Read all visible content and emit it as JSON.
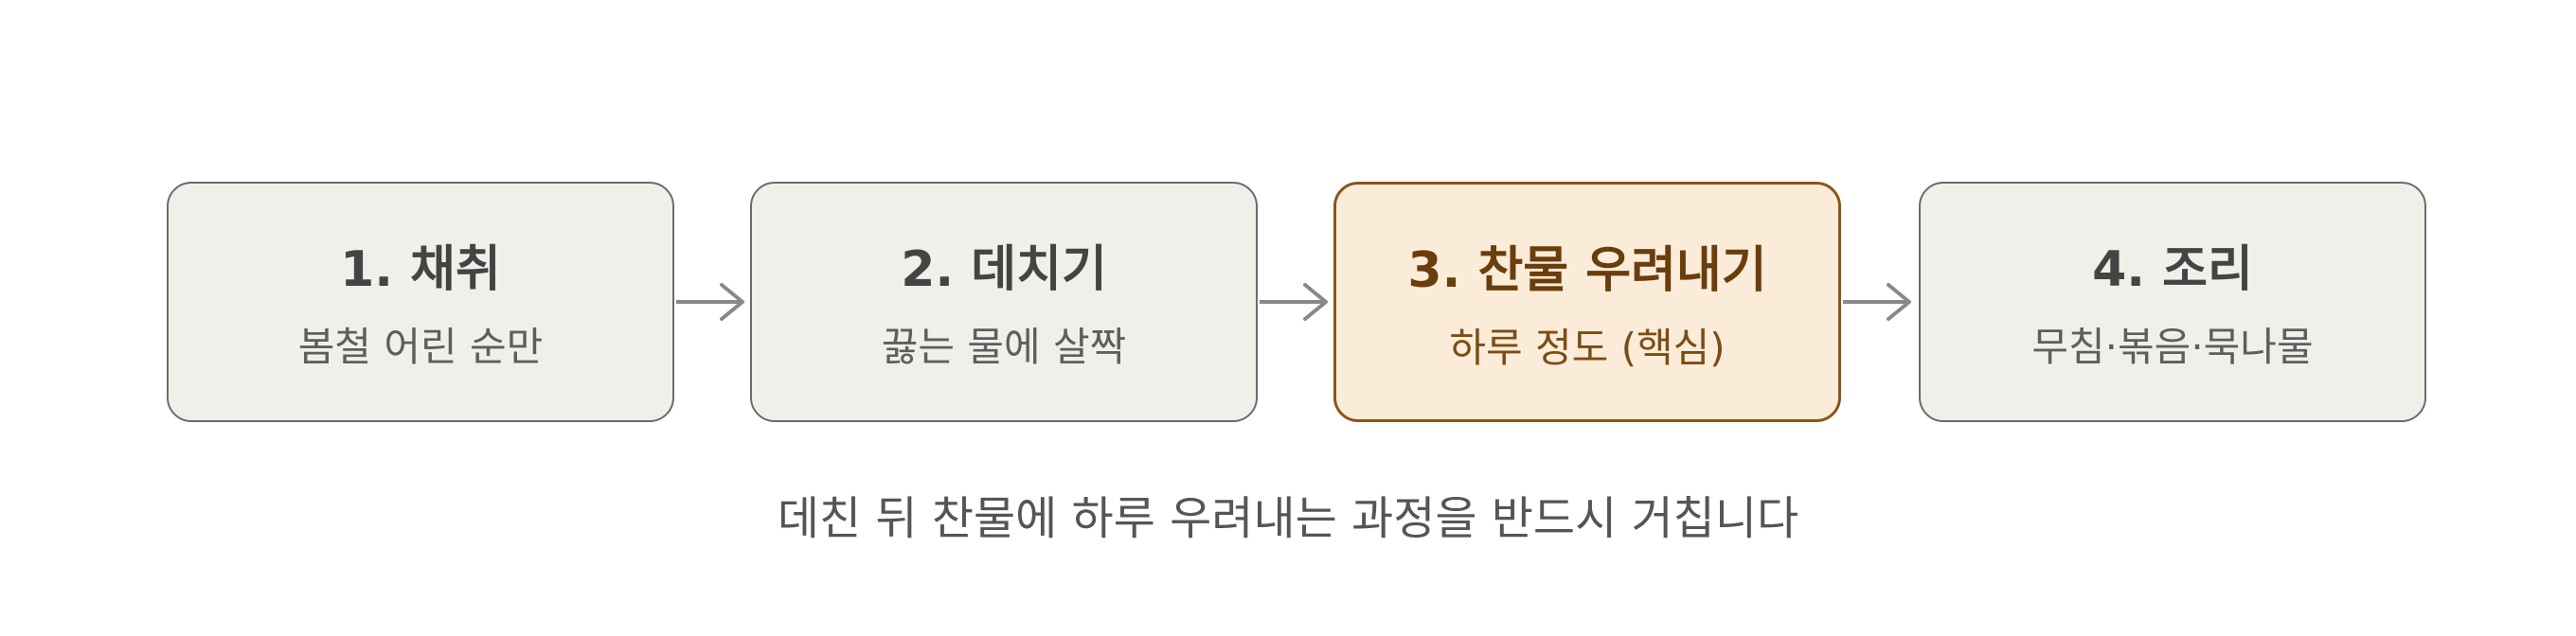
{
  "steps": [
    {
      "title": "1. 채취",
      "subtitle": "봄철 어린 순만",
      "highlight": false
    },
    {
      "title": "2. 데치기",
      "subtitle": "끓는 물에 살짝",
      "highlight": false
    },
    {
      "title": "3. 찬물 우려내기",
      "subtitle": "하루 정도 (핵심)",
      "highlight": true
    },
    {
      "title": "4. 조리",
      "subtitle": "무침·볶음·묵나물",
      "highlight": false
    }
  ],
  "caption": "데친 뒤 찬물에 하루 우려내는 과정을 반드시 거칩니다",
  "colors": {
    "box_fill": "#f1efea",
    "box_border": "#6b6b6b",
    "highlight_fill": "#faecd9",
    "highlight_border": "#8a5518",
    "highlight_text": "#6a3d0c",
    "arrow": "#888888"
  }
}
